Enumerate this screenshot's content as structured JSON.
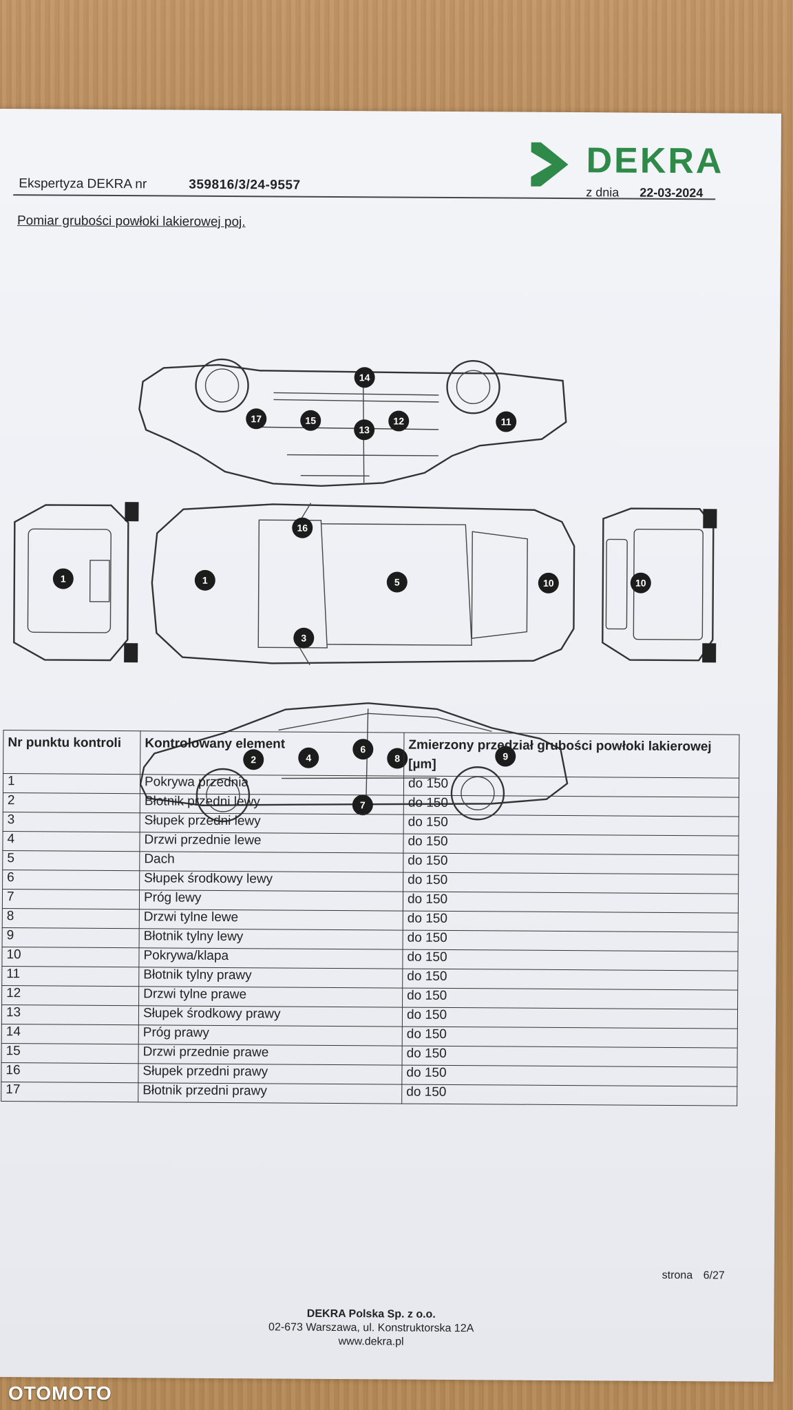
{
  "header": {
    "expertise_label": "Ekspertyza DEKRA nr",
    "expertise_number": "359816/3/24-9557",
    "date_label": "z dnia",
    "date": "22-03-2024",
    "logo_text": "DEKRA",
    "brand_color": "#2f8a4a"
  },
  "section_title": "Pomiar grubości powłoki lakierowej poj.",
  "diagram": {
    "markers": [
      "1",
      "2",
      "3",
      "4",
      "5",
      "6",
      "7",
      "8",
      "9",
      "10",
      "11",
      "12",
      "13",
      "14",
      "15",
      "16",
      "17"
    ]
  },
  "table": {
    "headers": [
      "Nr punktu kontroli",
      "Kontrolowany element",
      "Zmierzony przedział grubości powłoki lakierowej [µm]"
    ],
    "rows": [
      [
        "1",
        "Pokrywa przednia",
        "do 150"
      ],
      [
        "2",
        "Błotnik przedni lewy",
        "do 150"
      ],
      [
        "3",
        "Słupek przedni lewy",
        "do 150"
      ],
      [
        "4",
        "Drzwi przednie lewe",
        "do 150"
      ],
      [
        "5",
        "Dach",
        "do 150"
      ],
      [
        "6",
        "Słupek środkowy lewy",
        "do 150"
      ],
      [
        "7",
        "Próg lewy",
        "do 150"
      ],
      [
        "8",
        "Drzwi tylne lewe",
        "do 150"
      ],
      [
        "9",
        "Błotnik tylny lewy",
        "do 150"
      ],
      [
        "10",
        "Pokrywa/klapa",
        "do 150"
      ],
      [
        "11",
        "Błotnik tylny prawy",
        "do 150"
      ],
      [
        "12",
        "Drzwi tylne prawe",
        "do 150"
      ],
      [
        "13",
        "Słupek środkowy prawy",
        "do 150"
      ],
      [
        "14",
        "Próg prawy",
        "do 150"
      ],
      [
        "15",
        "Drzwi przednie prawe",
        "do 150"
      ],
      [
        "16",
        "Słupek przedni prawy",
        "do 150"
      ],
      [
        "17",
        "Błotnik przedni prawy",
        "do 150"
      ]
    ]
  },
  "page": {
    "label": "strona",
    "value": "6/27"
  },
  "footer": {
    "company": "DEKRA Polska Sp. z o.o.",
    "address": "02-673 Warszawa, ul. Konstruktorska 12A",
    "website": "www.dekra.pl"
  },
  "watermark": "OTOMOTO"
}
